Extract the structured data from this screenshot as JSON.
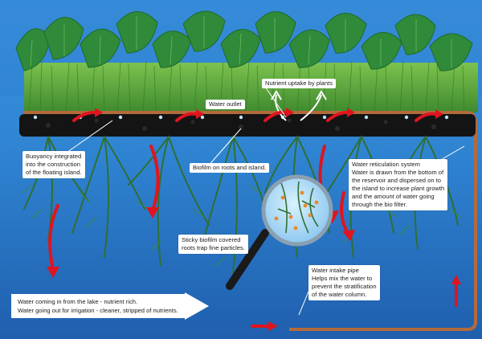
{
  "labels": {
    "water_outlet": "Water outlet",
    "nutrient_uptake": "Nutrient uptake by plants",
    "buoyancy": [
      "Buoyancy integrated",
      "into the construction",
      "of the floating island."
    ],
    "biofilm_roots": "Biofilm on roots and island.",
    "reticulation": [
      "Water reticulation system",
      "Water is drawn from the bottom of",
      "the reservoir and dispersed on to",
      "the island to increase plant growth",
      "and the amount of water going",
      "through the bio filter."
    ],
    "sticky_biofilm": [
      "Sticky biofilm covered",
      "roots trap fine particles."
    ],
    "intake_pipe": [
      "Water intake pipe",
      "Helps mix the water to",
      "prevent the stratification",
      "of the water column."
    ],
    "inflow": [
      "Water coming in from the lake - nutrient rich.",
      "Water going out for irrigation - cleaner, stripped of nutrients."
    ]
  },
  "colors": {
    "sky": "#2a7fd0",
    "water_deep": "#1f5fae",
    "reeds": "#4f9f3a",
    "leaves": "#2f8a3a",
    "island": "#141414",
    "roots": "#2f6f33",
    "flow_arrow": "#e0141e",
    "pipe": "#b46a3c"
  }
}
